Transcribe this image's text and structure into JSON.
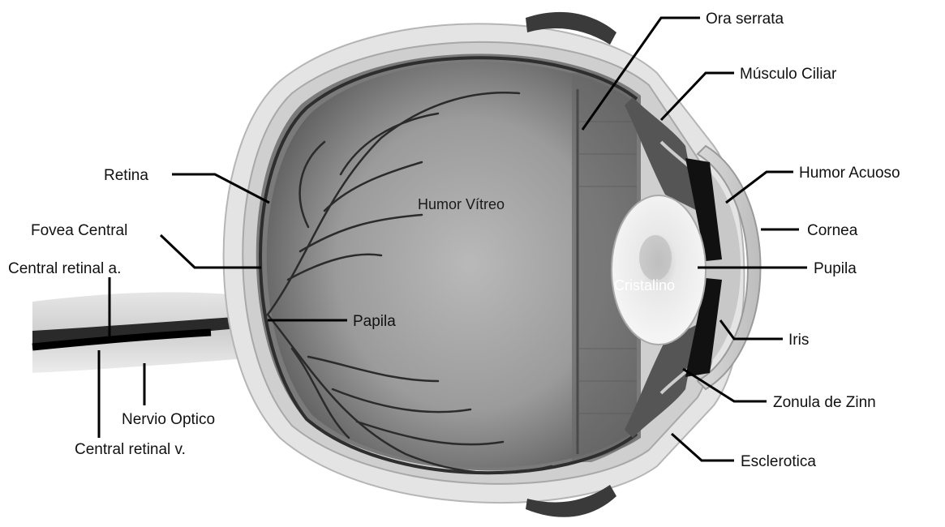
{
  "labels": {
    "ora_serrata": "Ora serrata",
    "musculo_ciliar": "Músculo Ciliar",
    "humor_acuoso": "Humor Acuoso",
    "cornea": "Cornea",
    "pupila": "Pupila",
    "iris": "Iris",
    "zonula_de_zinn": "Zonula de Zinn",
    "esclerotica": "Esclerotica",
    "retina": "Retina",
    "fovea_central": "Fovea Central",
    "central_retinal_a": "Central retinal a.",
    "papila": "Papila",
    "nervio_optico": "Nervio Optico",
    "central_retinal_v": "Central retinal v.",
    "humor_vitreo": "Humor Vítreo",
    "cristalino": "Cristalino"
  }
}
